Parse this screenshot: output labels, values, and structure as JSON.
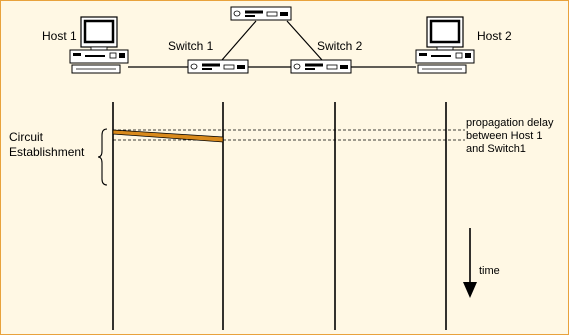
{
  "labels": {
    "host1": "Host 1",
    "host2": "Host 2",
    "switch1": "Switch 1",
    "switch2": "Switch 2",
    "phase_line1": "Circuit",
    "phase_line2": "Establishment",
    "delay_line1": "propagation delay",
    "delay_line2": "between Host 1",
    "delay_line3": "and Switch1",
    "time": "time"
  },
  "colors": {
    "background": "#fff8e4",
    "border": "#e8a23c",
    "signal": "#d98a1c",
    "line": "#000000"
  },
  "icons": {
    "host": "desktop-computer-icon",
    "switch": "network-switch-icon"
  }
}
